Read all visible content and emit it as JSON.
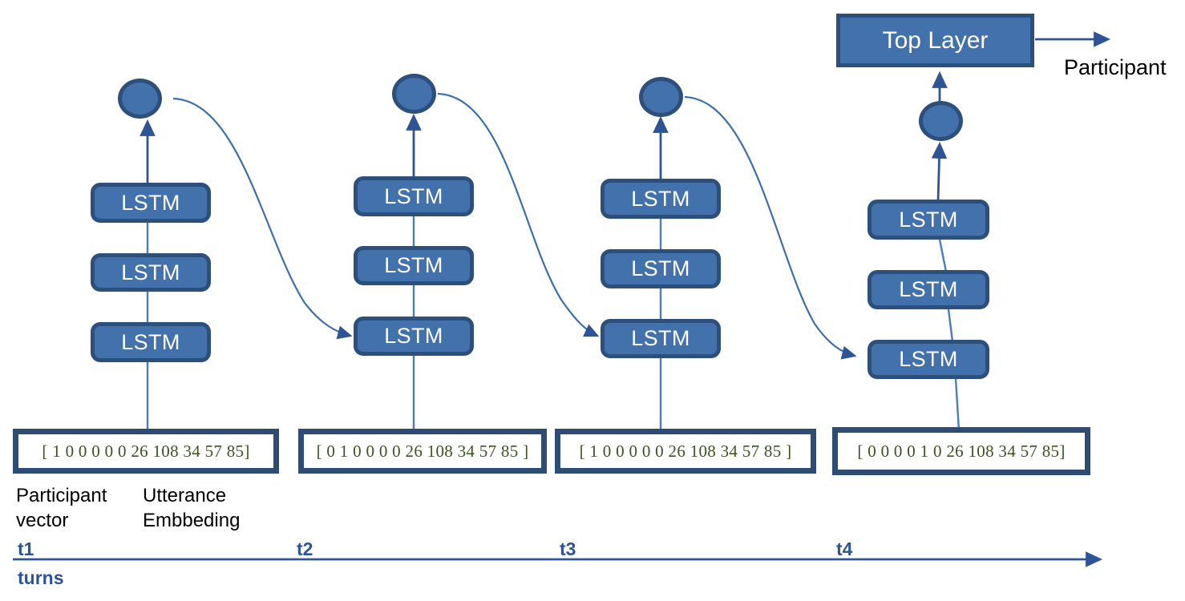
{
  "diagram": {
    "title_box": {
      "label": "Top Layer"
    },
    "output_label": "Participant",
    "cell_label": "LSTM",
    "captions": {
      "participant_vector": "Participant\nvector",
      "utterance_embedding": "Utterance\nEmbbeding",
      "turns_axis": "turns"
    },
    "timeline": {
      "ticks": [
        {
          "label": "t1"
        },
        {
          "label": "t2"
        },
        {
          "label": "t3"
        },
        {
          "label": "t4"
        }
      ]
    },
    "colors": {
      "box_fill": "#4271ab",
      "box_border": "#2d4f7c",
      "vector_border": "#2e4d73",
      "vector_text": "#3d5220",
      "arrow": "#2f5496",
      "label_text": "#000000"
    },
    "columns": [
      {
        "timestep": "t1",
        "input_vector": "[ 1 0 0 0 0 0  26 108 34 57 85]",
        "cells": [
          "LSTM",
          "LSTM",
          "LSTM"
        ],
        "has_hidden_node": true
      },
      {
        "timestep": "t2",
        "input_vector": "[ 0 1 0 0 0 0 26 108 34 57 85 ]",
        "cells": [
          "LSTM",
          "LSTM",
          "LSTM"
        ],
        "has_hidden_node": true
      },
      {
        "timestep": "t3",
        "input_vector": "[ 1 0 0 0 0 0 26 108 34 57 85 ]",
        "cells": [
          "LSTM",
          "LSTM",
          "LSTM"
        ],
        "has_hidden_node": true
      },
      {
        "timestep": "t4",
        "input_vector": "[ 0 0 0 0 1 0  26 108 34 57 85]",
        "cells": [
          "LSTM",
          "LSTM",
          "LSTM"
        ],
        "has_hidden_node": true
      }
    ]
  }
}
